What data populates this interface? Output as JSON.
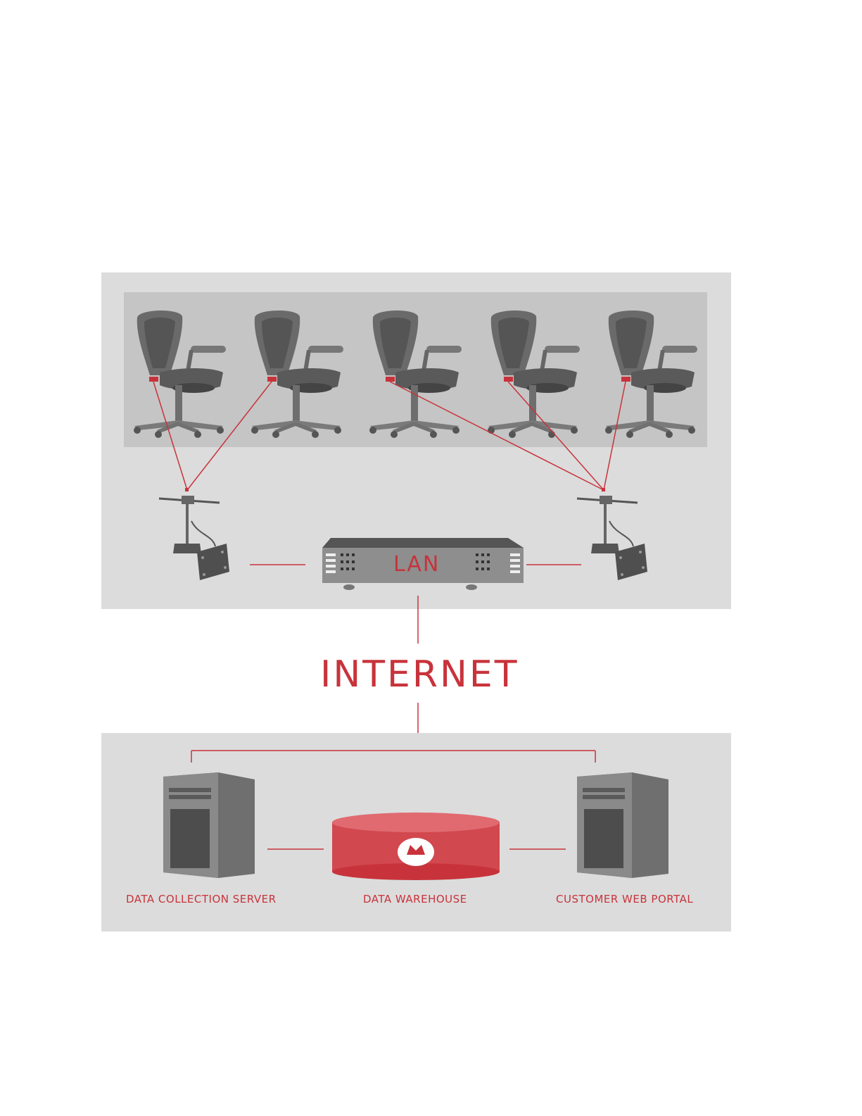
{
  "diagram": {
    "lan_label": "LAN",
    "internet_label": "INTERNET",
    "data_collection_server_label": "DATA COLLECTION SERVER",
    "data_warehouse_label": "DATA WAREHOUSE",
    "customer_web_portal_label": "CUSTOMER WEB PORTAL"
  },
  "colors": {
    "accent": "#c8333b",
    "panel": "#dcdcdc",
    "chair_area": "#c5c5c5",
    "device": "#6b6b6b"
  },
  "icons": [
    "office-chair-icon",
    "receiver-antenna-icon",
    "lan-router-icon",
    "server-tower-icon",
    "database-icon"
  ]
}
